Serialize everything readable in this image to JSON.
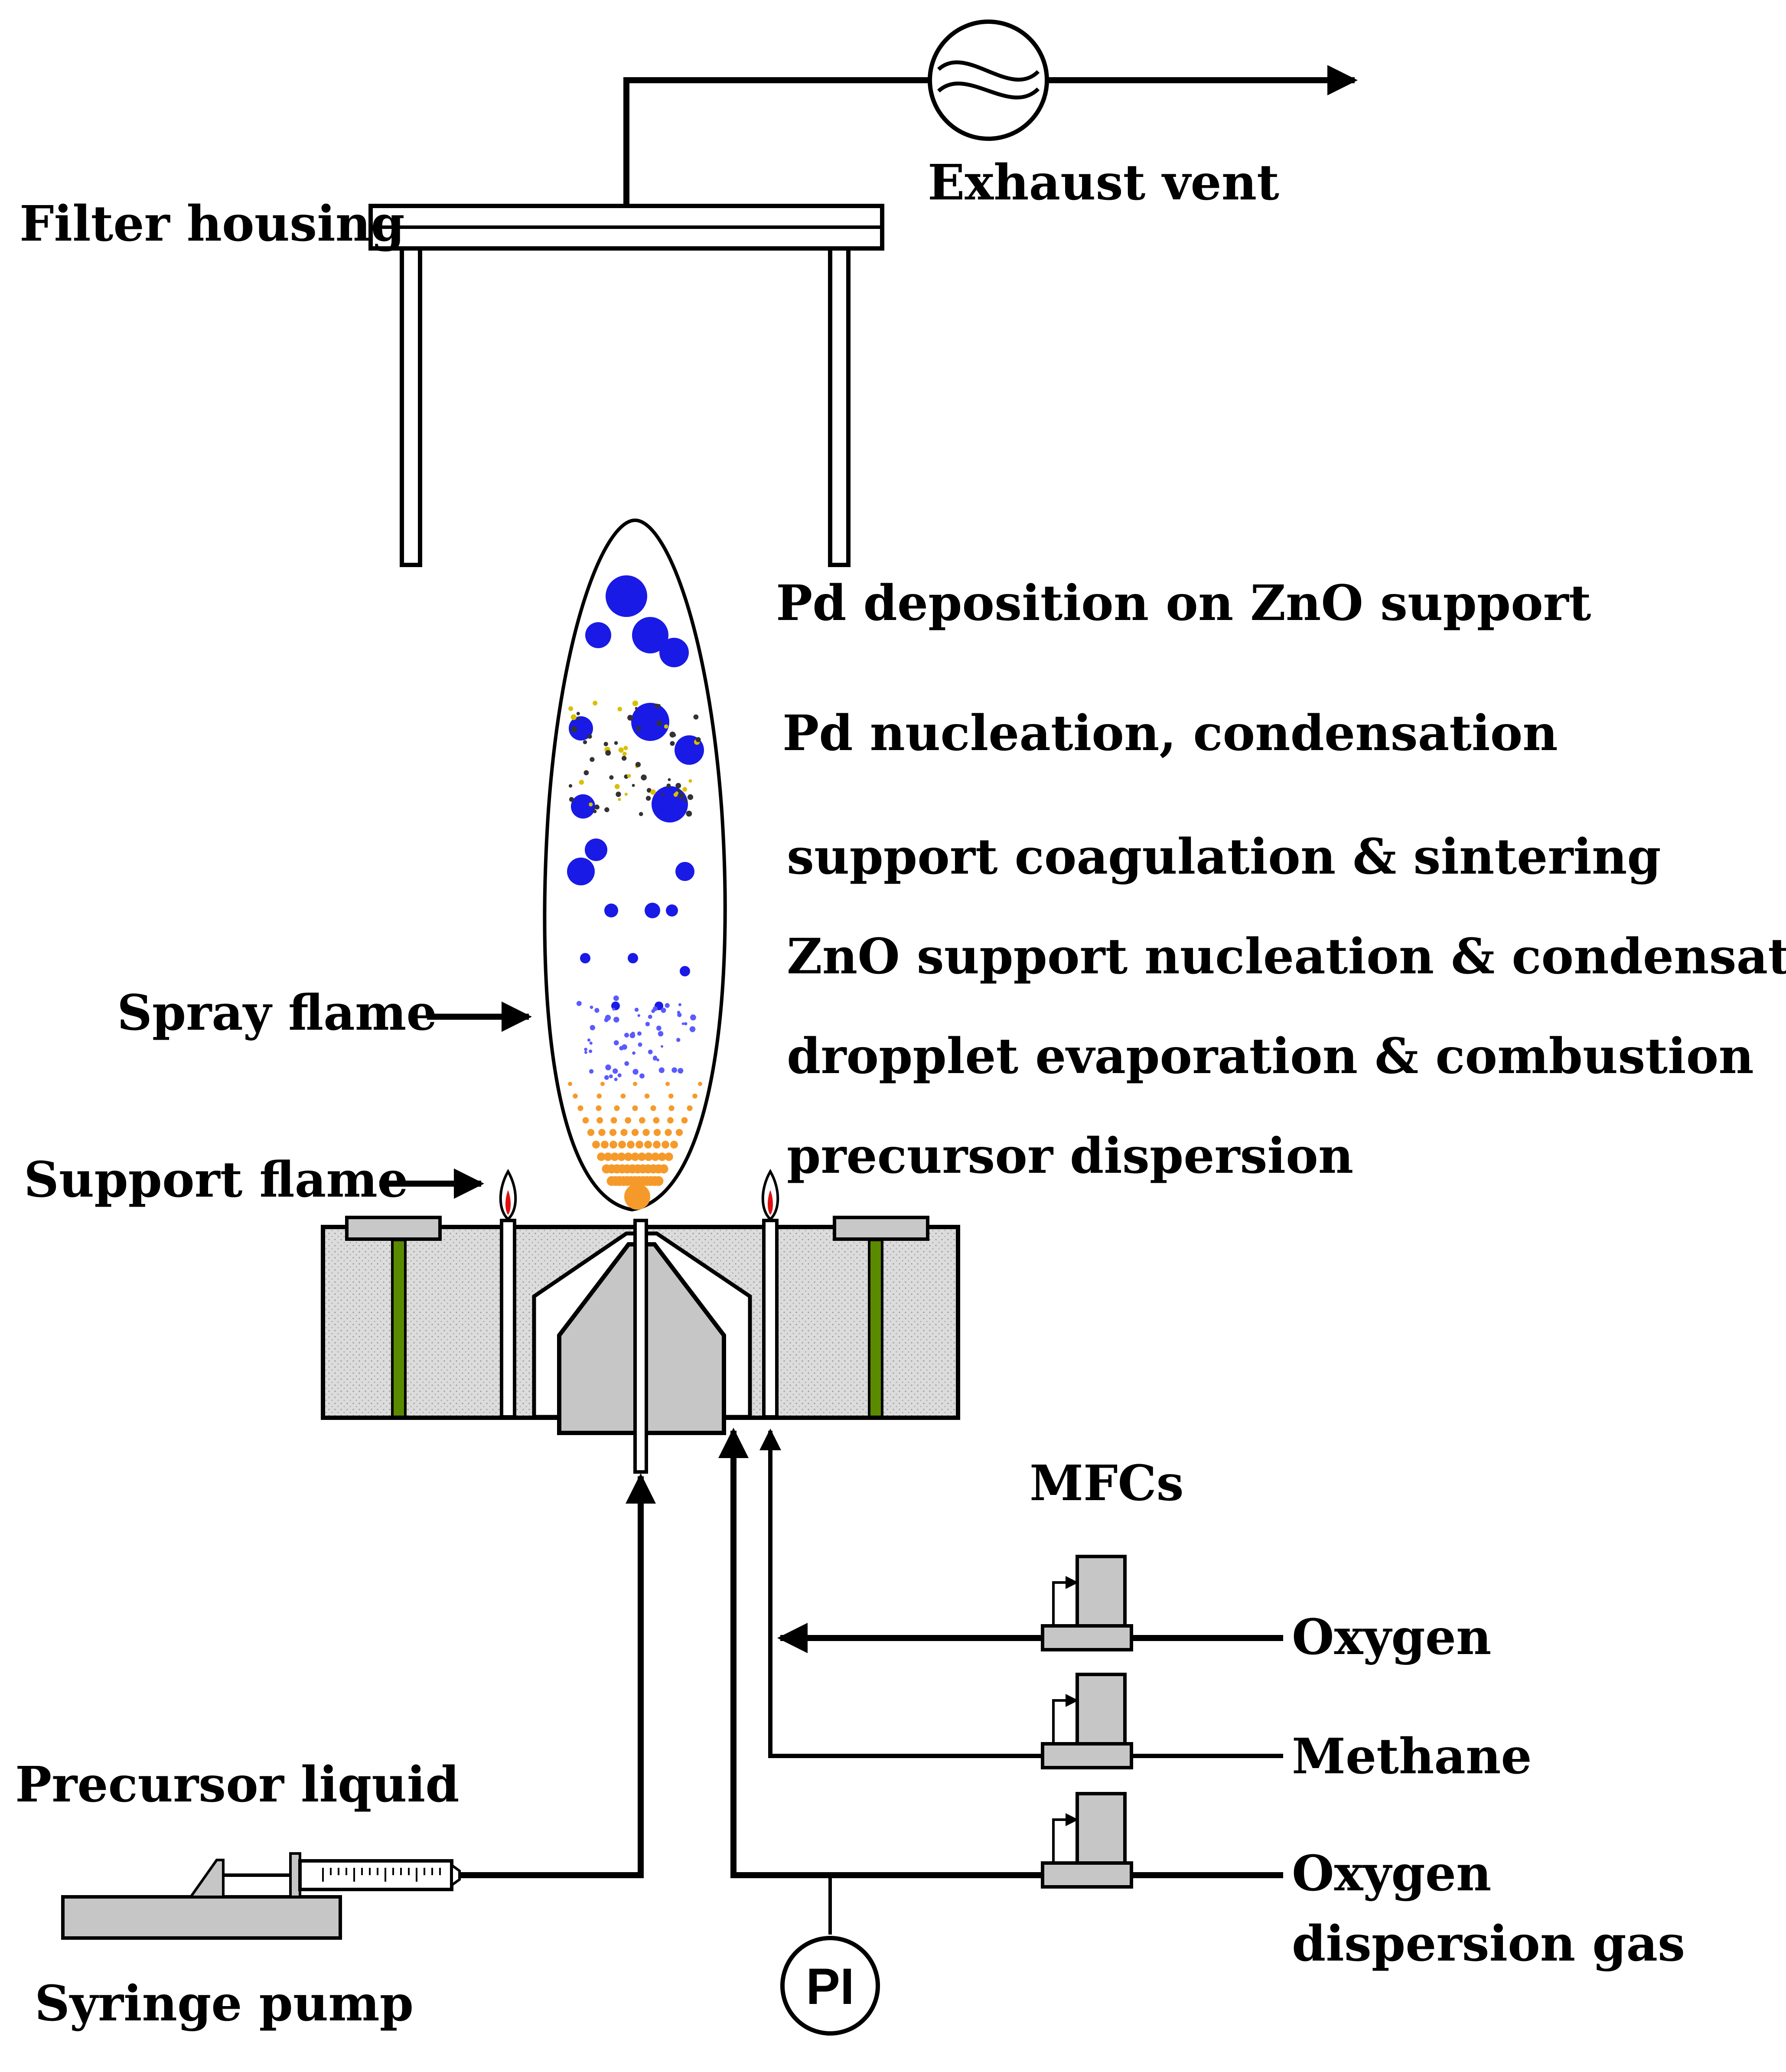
{
  "labels": {
    "exhaust_vent": "Exhaust vent",
    "filter_housing": "Filter housing",
    "spray_flame": "Spray flame",
    "support_flame": "Support flame",
    "precursor_liquid": "Precursor liquid",
    "syringe_pump": "Syringe pump",
    "mfcs": "MFCs",
    "oxygen": "Oxygen",
    "methane": "Methane",
    "oxygen_dispersion_1": "Oxygen",
    "oxygen_dispersion_2": "dispersion gas",
    "pi": "PI"
  },
  "process_steps": [
    "Pd deposition on ZnO support",
    "Pd nucleation, condensation",
    "support coagulation & sintering",
    "ZnO support nucleation & condensation",
    "dropplet evaporation & combustion",
    "precursor dispersion"
  ],
  "colors": {
    "particle_large": "#1a1ae6",
    "particle_small": "#5a5aff",
    "droplet": "#f59a2a",
    "burner_fill": "#d9d9d9",
    "nozzle_fill": "#c6c6c6",
    "rod_green": "#5a8a00",
    "flame_red": "#e01010"
  }
}
